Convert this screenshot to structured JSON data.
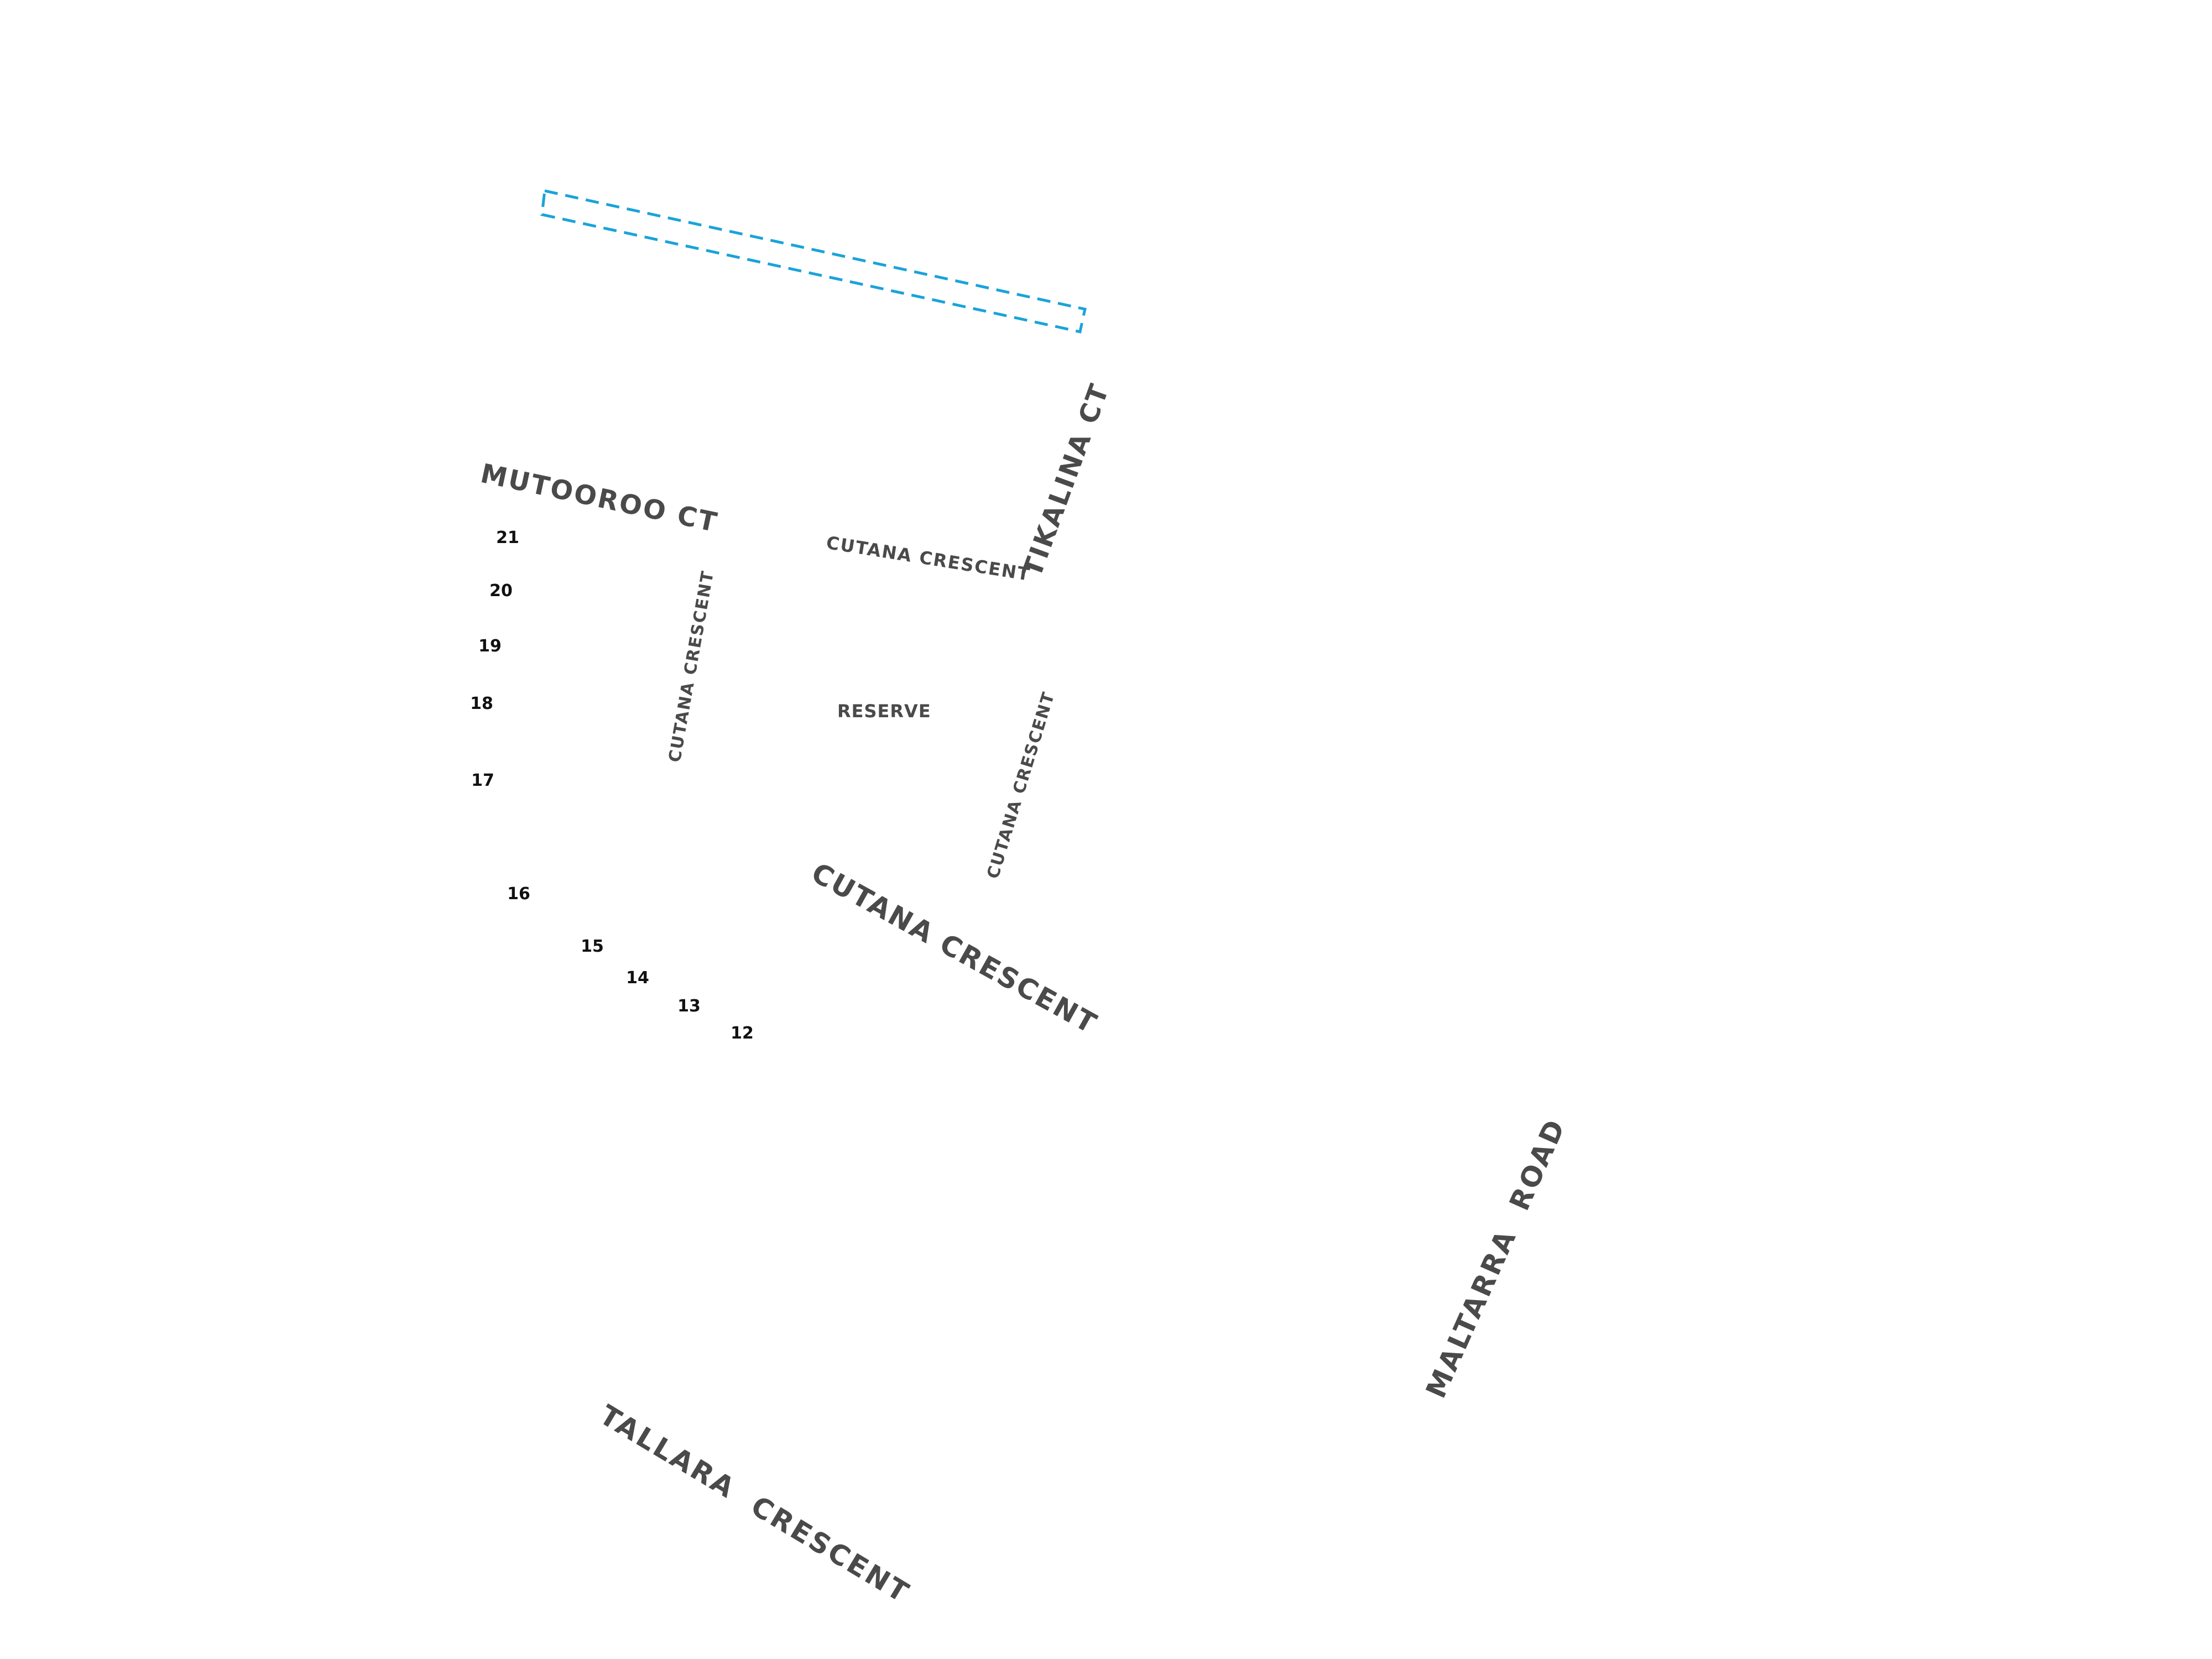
{
  "map": {
    "background": "#ffffff",
    "label_color": "#4a4a4a",
    "lot_color": "#111111",
    "highlight_color": "#1aa3d9",
    "highlight_style": "dashed",
    "streets": {
      "mutooroo_ct": "MUTOOROO CT",
      "tikalina_ct": "TIKALINA CT",
      "cutana_crescent_top": "CUTANA CRESCENT",
      "cutana_crescent_left": "CUTANA CRESCENT",
      "cutana_crescent_right": "CUTANA CRESCENT",
      "cutana_crescent_main": "CUTANA CRESCENT",
      "tallara_crescent": "TALLARA  CRESCENT",
      "maltarra_road": "MALTARRA  ROAD"
    },
    "reserve": "RESERVE",
    "lots": [
      "21",
      "20",
      "19",
      "18",
      "17",
      "16",
      "15",
      "14",
      "13",
      "12"
    ]
  }
}
